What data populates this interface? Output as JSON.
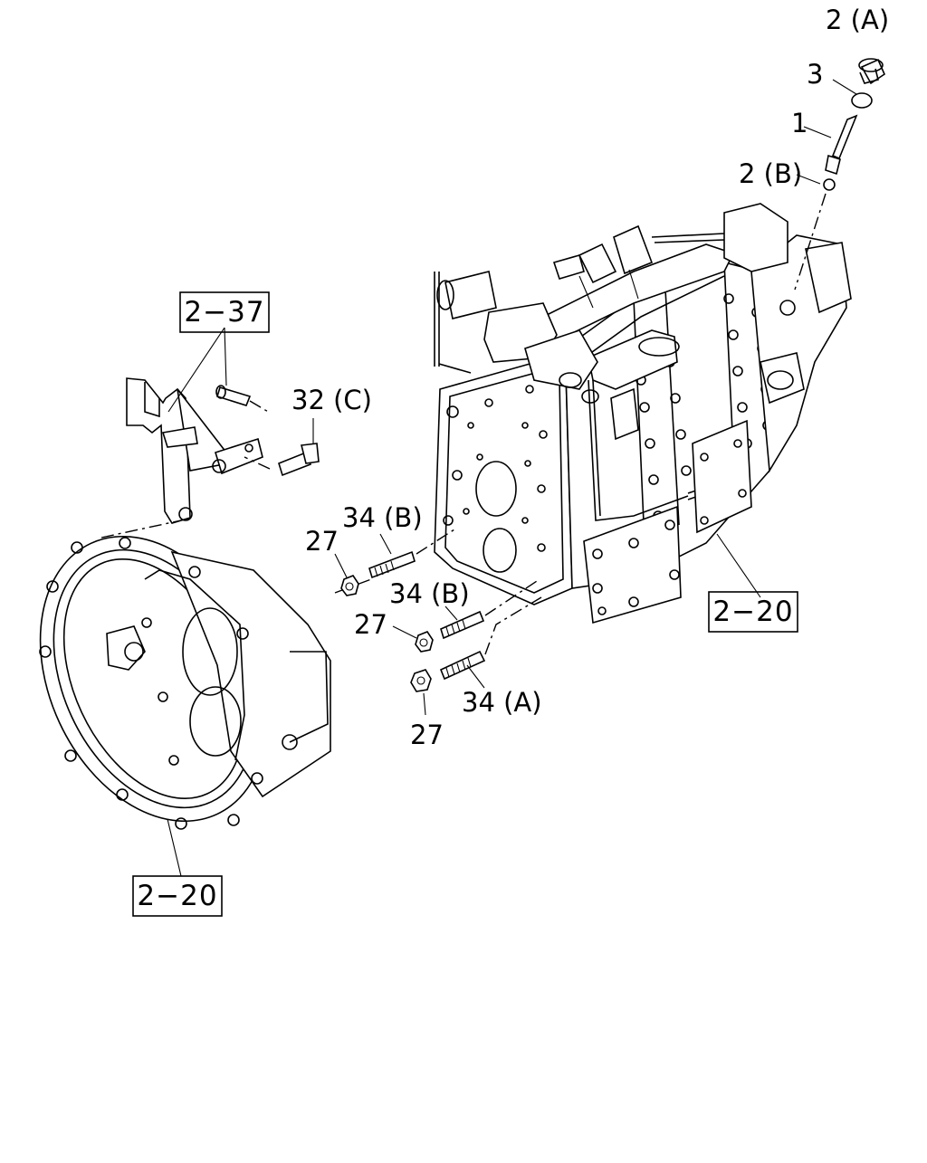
{
  "callouts": {
    "part_2a": "2 (A)",
    "part_3": "3",
    "part_1": "1",
    "part_2b": "2 (B)",
    "part_32c": "32 (C)",
    "part_34b_upper": "34 (B)",
    "part_27_upper": "27",
    "part_34b_lower": "34 (B)",
    "part_27_middle": "27",
    "part_34a": "34 (A)",
    "part_27_lower": "27"
  },
  "references": {
    "ref_2_37": "2−37",
    "ref_2_20_right": "2−20",
    "ref_2_20_left": "2−20"
  }
}
